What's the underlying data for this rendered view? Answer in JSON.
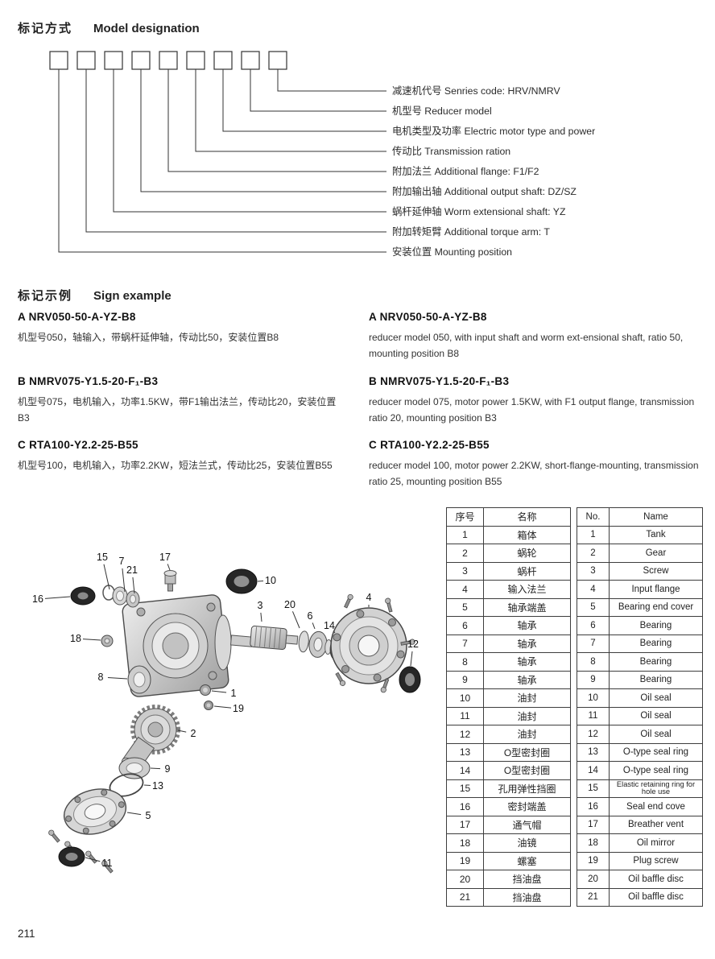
{
  "page": {
    "number": "211"
  },
  "section1": {
    "title_zh": "标记方式",
    "title_en": "Model designation",
    "labels": [
      {
        "zh": "减速机代号",
        "en": "Senries code: HRV/NMRV"
      },
      {
        "zh": "机型号",
        "en": "Reducer model"
      },
      {
        "zh": "电机类型及功率",
        "en": "Electric motor type and power"
      },
      {
        "zh": "传动比",
        "en": "Transmission ration"
      },
      {
        "zh": "附加法兰",
        "en": "Additional flange: F1/F2"
      },
      {
        "zh": "附加输出轴",
        "en": "Additional output shaft: DZ/SZ"
      },
      {
        "zh": "蜗杆延伸轴",
        "en": "Worm extensional shaft: YZ"
      },
      {
        "zh": "附加转矩臂",
        "en": "Additional torque arm: T"
      },
      {
        "zh": "安装位置",
        "en": "Mounting position"
      }
    ]
  },
  "section2": {
    "title_zh": "标记示例",
    "title_en": "Sign example",
    "examples": [
      {
        "code_zh": "A  NRV050-50-A-YZ-B8",
        "desc_zh": "机型号050，轴输入，带蜗杆延伸轴，传动比50，安装位置B8",
        "code_en": "A  NRV050-50-A-YZ-B8",
        "desc_en": "reducer model 050, with input shaft and worm ext-ensional shaft, ratio 50, mounting position B8"
      },
      {
        "code_zh": "B  NMRV075-Y1.5-20-F₁-B3",
        "desc_zh": "机型号075，电机输入，功率1.5KW，带F1输出法兰，传动比20，安装位置B3",
        "code_en": "B  NMRV075-Y1.5-20-F₁-B3",
        "desc_en": "reducer model 075, motor power 1.5KW, with F1 output flange, transmission ratio 20, mounting position B3"
      },
      {
        "code_zh": "C  RTA100-Y2.2-25-B55",
        "desc_zh": "机型号100，电机输入，功率2.2KW，短法兰式，传动比25，安装位置B55",
        "code_en": "C  RTA100-Y2.2-25-B55",
        "desc_en": "reducer model 100, motor power 2.2KW, short-flange-mounting, transmission ratio 25, mounting position B55"
      }
    ]
  },
  "parts_table_zh": {
    "headers": [
      "序号",
      "名称"
    ],
    "rows": [
      [
        "1",
        "箱体"
      ],
      [
        "2",
        "蜗轮"
      ],
      [
        "3",
        "蜗杆"
      ],
      [
        "4",
        "输入法兰"
      ],
      [
        "5",
        "轴承端盖"
      ],
      [
        "6",
        "轴承"
      ],
      [
        "7",
        "轴承"
      ],
      [
        "8",
        "轴承"
      ],
      [
        "9",
        "轴承"
      ],
      [
        "10",
        "油封"
      ],
      [
        "11",
        "油封"
      ],
      [
        "12",
        "油封"
      ],
      [
        "13",
        "O型密封圈"
      ],
      [
        "14",
        "O型密封圈"
      ],
      [
        "15",
        "孔用弹性挡圈"
      ],
      [
        "16",
        "密封端盖"
      ],
      [
        "17",
        "通气帽"
      ],
      [
        "18",
        "油镜"
      ],
      [
        "19",
        "螺塞"
      ],
      [
        "20",
        "挡油盘"
      ],
      [
        "21",
        "挡油盘"
      ]
    ]
  },
  "parts_table_en": {
    "headers": [
      "No.",
      "Name"
    ],
    "rows": [
      [
        "1",
        "Tank"
      ],
      [
        "2",
        "Gear"
      ],
      [
        "3",
        "Screw"
      ],
      [
        "4",
        "Input flange"
      ],
      [
        "5",
        "Bearing end cover"
      ],
      [
        "6",
        "Bearing"
      ],
      [
        "7",
        "Bearing"
      ],
      [
        "8",
        "Bearing"
      ],
      [
        "9",
        "Bearing"
      ],
      [
        "10",
        "Oil seal"
      ],
      [
        "11",
        "Oil seal"
      ],
      [
        "12",
        "Oil seal"
      ],
      [
        "13",
        "O-type seal ring"
      ],
      [
        "14",
        "O-type seal ring"
      ],
      [
        "15",
        "Elastic retaining ring for hole use"
      ],
      [
        "16",
        "Seal end cove"
      ],
      [
        "17",
        "Breather vent"
      ],
      [
        "18",
        "Oil mirror"
      ],
      [
        "19",
        "Plug screw"
      ],
      [
        "20",
        "Oil baffle disc"
      ],
      [
        "21",
        "Oil baffle disc"
      ]
    ]
  },
  "diagram": {
    "callouts": [
      "16",
      "15",
      "7",
      "21",
      "17",
      "10",
      "3",
      "20",
      "6",
      "14",
      "4",
      "12",
      "18",
      "8",
      "1",
      "19",
      "2",
      "9",
      "13",
      "5",
      "11"
    ]
  }
}
